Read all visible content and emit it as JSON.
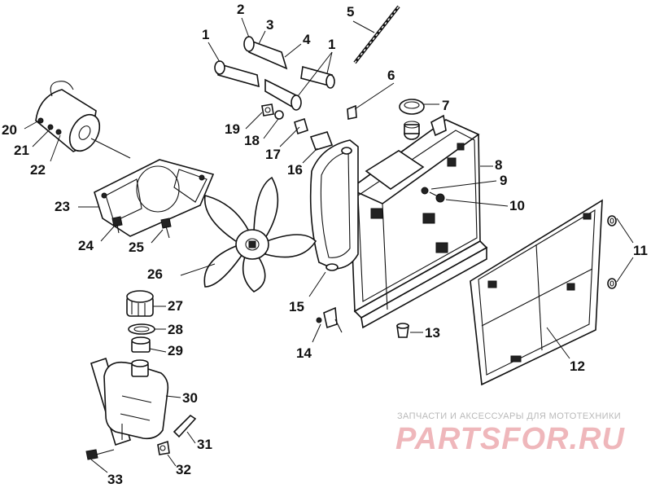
{
  "callouts": [
    "1",
    "2",
    "3",
    "4",
    "5",
    "1",
    "6",
    "7",
    "8",
    "9",
    "10",
    "11",
    "12",
    "13",
    "14",
    "15",
    "16",
    "17",
    "18",
    "19",
    "20",
    "21",
    "22",
    "23",
    "24",
    "25",
    "26",
    "27",
    "28",
    "29",
    "30",
    "31",
    "32",
    "33"
  ],
  "watermark": {
    "subtitle": "ЗАПЧАСТИ И АКСЕССУАРЫ ДЛЯ МОТОТЕХНИКИ",
    "logo": "PARTSFOR.RU"
  }
}
